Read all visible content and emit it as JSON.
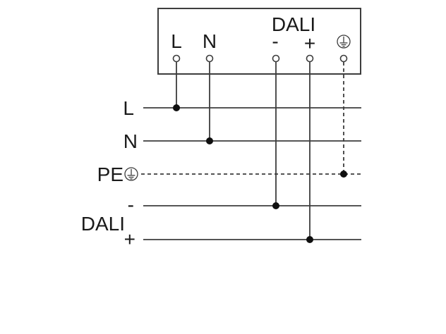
{
  "device": {
    "dali_group_label": "DALI",
    "terminals": {
      "l": "L",
      "n": "N",
      "minus": "-",
      "plus": "+"
    }
  },
  "bus": {
    "l": "L",
    "n": "N",
    "pe": "PE",
    "minus": "-",
    "dali_group_label": "DALI",
    "plus": "+"
  },
  "icons": {
    "earth": "protective-earth-icon"
  },
  "colors": {
    "background": "#ffffff",
    "wire": "#3d3d3d",
    "text": "#1a1a1a",
    "junction": "#0f0f0f"
  }
}
